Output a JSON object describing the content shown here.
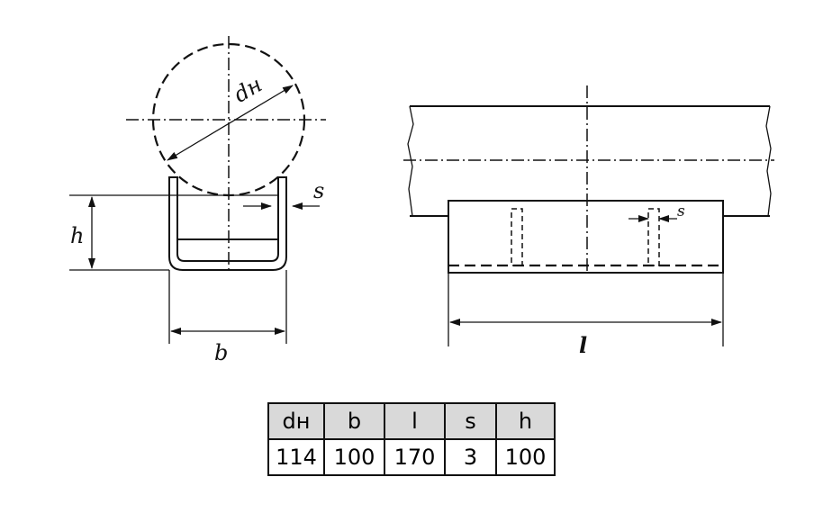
{
  "drawing": {
    "labels": {
      "dn": "dн",
      "h": "h",
      "s_left": "s",
      "b": "b",
      "l": "l",
      "s_right": "s"
    }
  },
  "table": {
    "headers": [
      "dн",
      "b",
      "l",
      "s",
      "h"
    ],
    "values": [
      "114",
      "100",
      "170",
      "3",
      "100"
    ]
  }
}
